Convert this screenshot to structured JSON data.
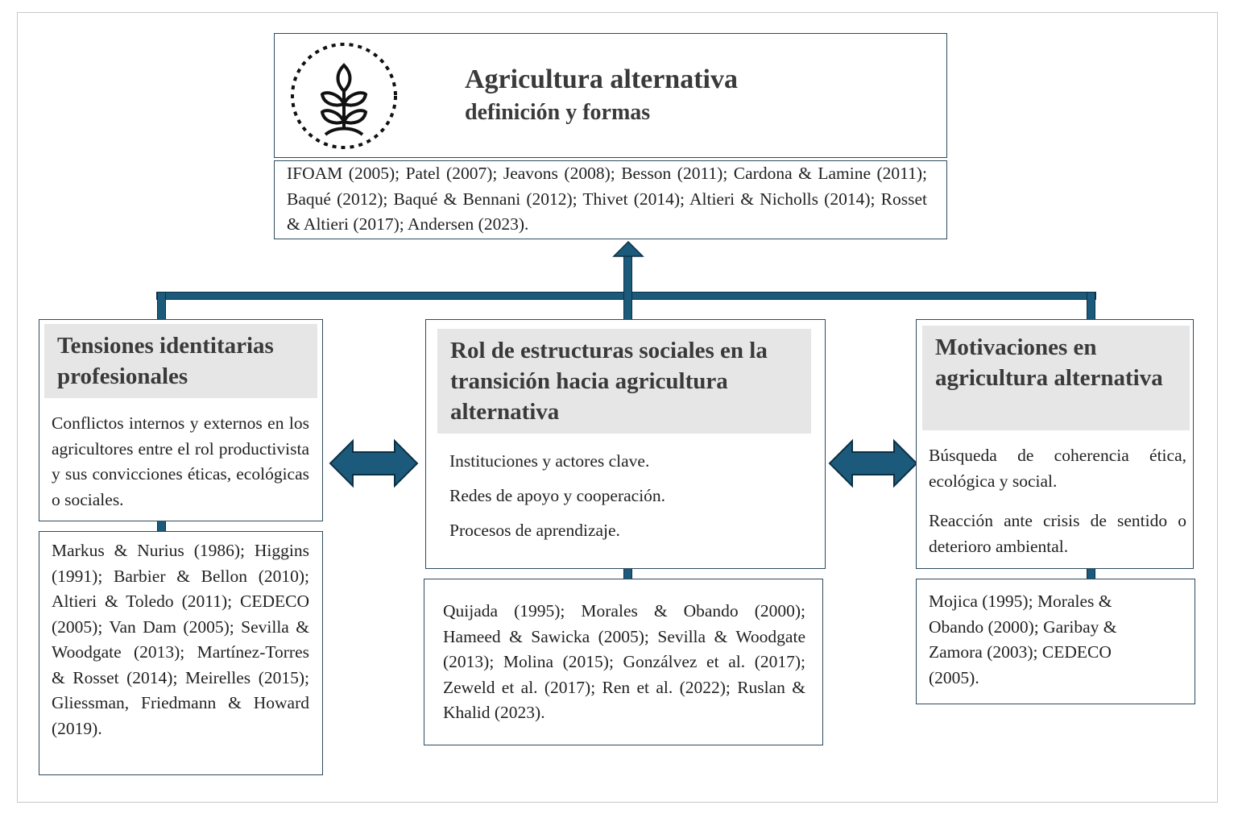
{
  "top": {
    "icon": "plant-sprout-icon",
    "title": "Agricultura alternativa",
    "subtitle": "definición y formas",
    "references": "IFOAM (2005); Patel (2007); Jeavons (2008); Besson (2011); Cardona & Lamine (2011); Baqué (2012); Baqué & Bennani (2012); Thivet (2014); Altieri & Nicholls (2014); Rosset & Altieri (2017); Andersen (2023)."
  },
  "left": {
    "title": "Tensiones identitarias profesionales",
    "description": "Conflictos internos y externos en los agricultores entre el rol productivista y sus convicciones éticas, ecológicas o sociales.",
    "references": "Markus & Nurius (1986); Higgins (1991); Barbier & Bellon (2010); Altieri & Toledo (2011); CEDECO (2005); Van Dam (2005); Sevilla & Woodgate (2013); Martínez-Torres & Rosset (2014); Meirelles (2015); Gliessman, Friedmann & Howard (2019)."
  },
  "center": {
    "title": "Rol de estructuras sociales en la transición hacia agricultura alternativa",
    "items": [
      "Instituciones y actores clave.",
      "Redes de apoyo y cooperación.",
      "Procesos de aprendizaje."
    ],
    "references": "Quijada (1995); Morales & Obando (2000); Hameed & Sawicka (2005); Sevilla & Woodgate (2013); Molina (2015); Gonzálvez et al. (2017); Zeweld et al. (2017); Ren et al. (2022); Ruslan & Khalid (2023)."
  },
  "right": {
    "title": "Motivaciones en agricultura alternativa",
    "items": [
      "Búsqueda de coherencia ética, ecológica y social.",
      "Reacción ante crisis de sentido o deterioro ambiental."
    ],
    "references": "Mojica (1995); Morales & Obando (2000); Garibay & Zamora (2003); CEDECO (2005)."
  },
  "colors": {
    "arrow": "#1b5a7a",
    "arrow_outline": "#0d2f45",
    "header_bg": "#e6e6e6",
    "border": "#2d4a5e"
  }
}
